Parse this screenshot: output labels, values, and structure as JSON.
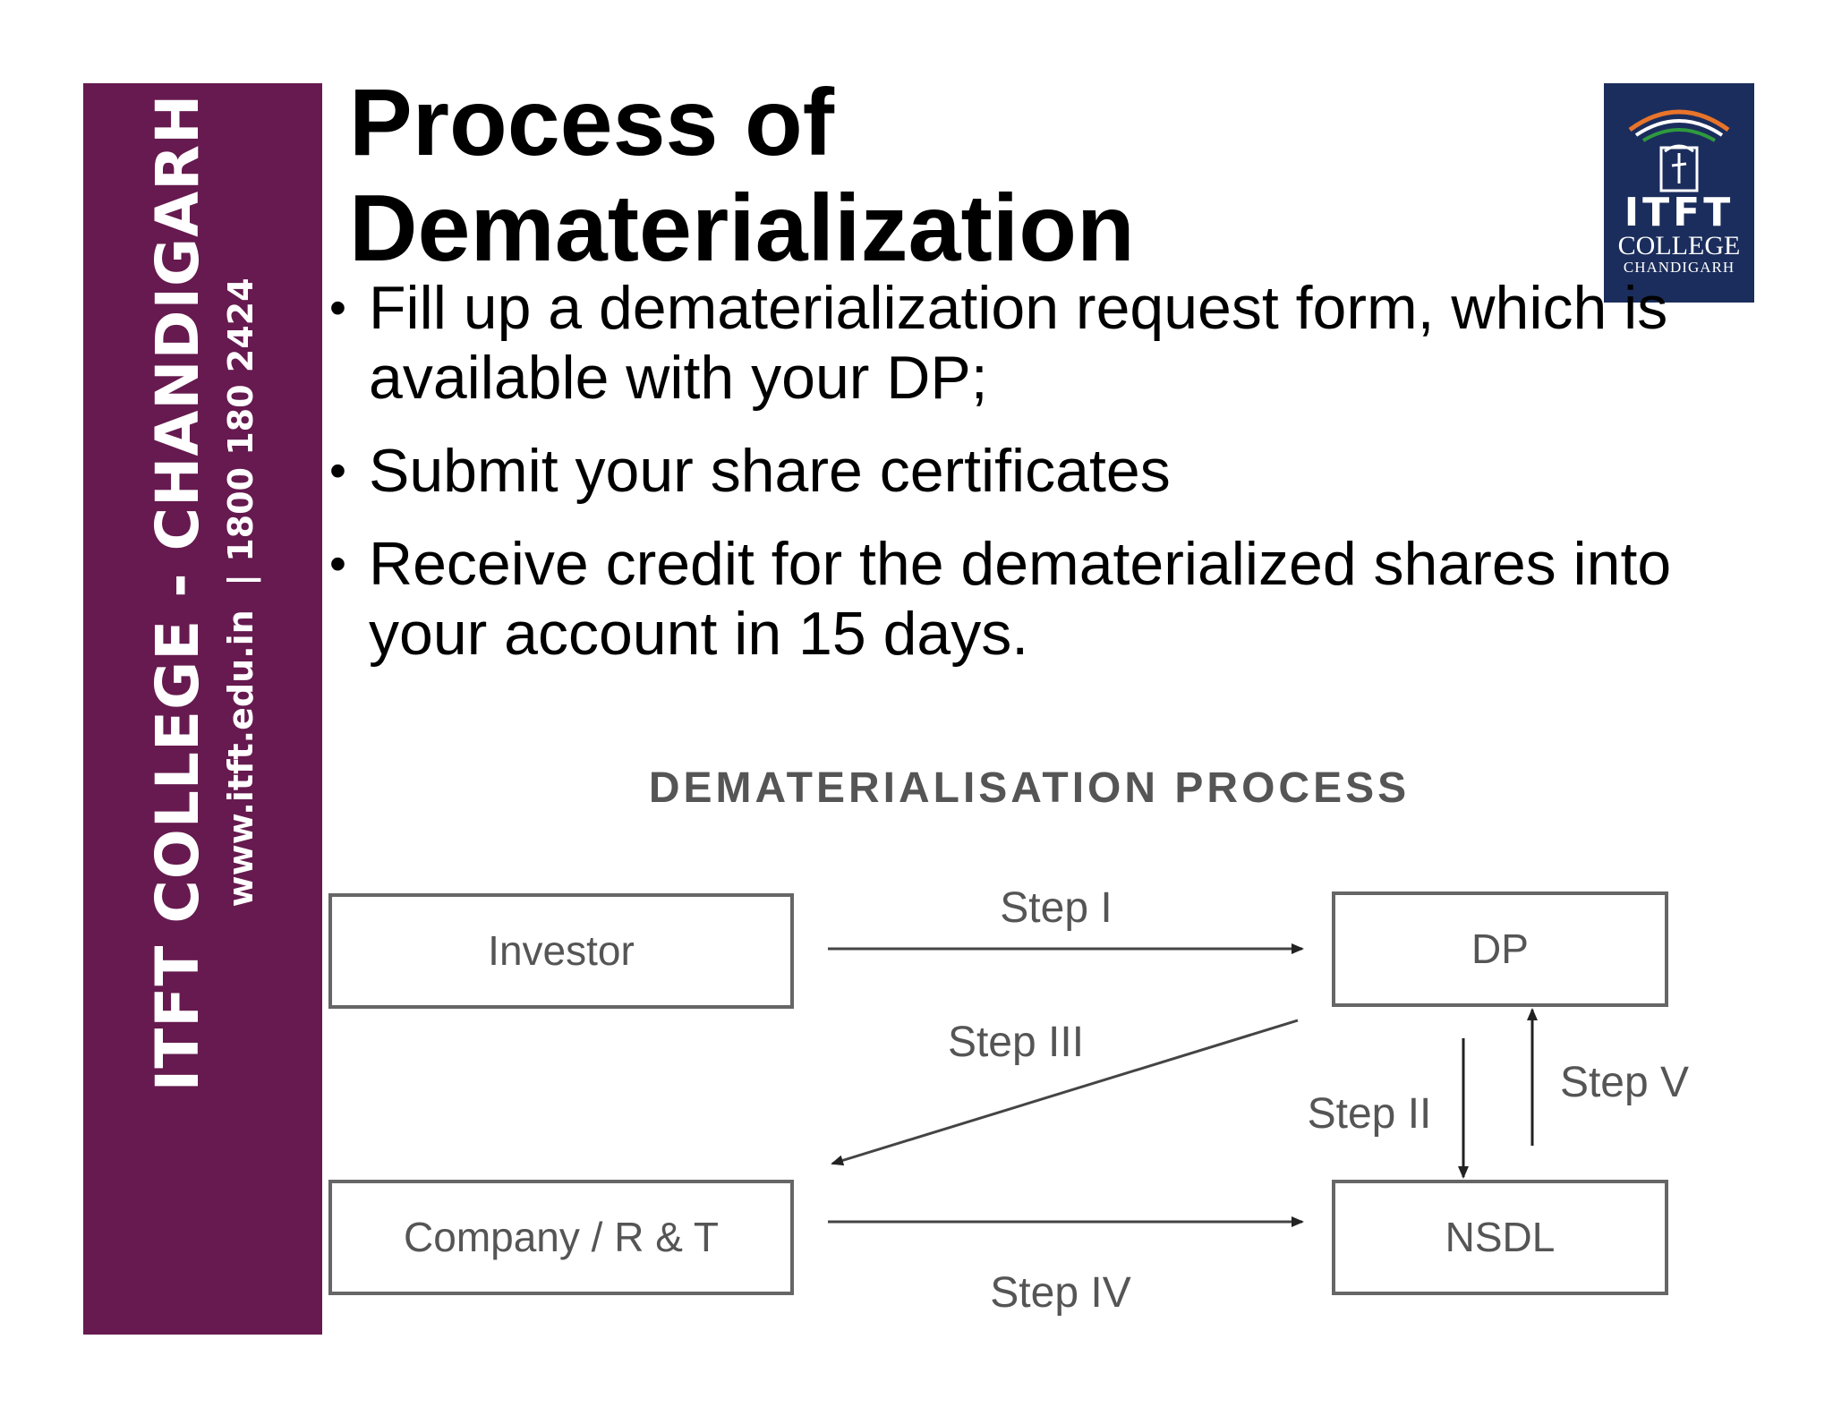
{
  "sidebar": {
    "college_name": "ITFT COLLEGE - CHANDIGARH",
    "contact": "www.itft.edu.in  | 1800 180 2424",
    "color": "#661a4f"
  },
  "slide": {
    "title_line1": "Process of",
    "title_line2": "Dematerialization",
    "bullets": [
      "Fill up a dematerialization request form, which is available with your DP;",
      "Submit your share certificates",
      "Receive credit for the dematerialized shares into your account in 15 days."
    ]
  },
  "logo": {
    "name": "ITFT",
    "line1": "COLLEGE",
    "line2": "CHANDIGARH",
    "background": "#1b2d5c"
  },
  "diagram": {
    "title": "DEMATERIALISATION PROCESS",
    "nodes": {
      "investor": "Investor",
      "dp": "DP",
      "company": "Company / R & T",
      "nsdl": "NSDL"
    },
    "steps": {
      "step1": "Step I",
      "step2": "Step II",
      "step3": "Step III",
      "step4": "Step IV",
      "step5": "Step V"
    }
  }
}
